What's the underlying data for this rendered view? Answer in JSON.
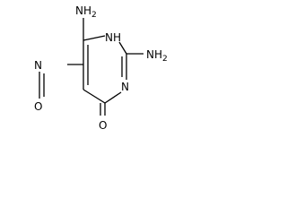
{
  "molecule": {
    "atoms": {
      "amino_top": "NH",
      "amino_top_sub": "2",
      "amino_right": "NH",
      "amino_right_sub": "2",
      "ring_nh": "NH",
      "ring_n": "N",
      "nitroso_n": "N",
      "nitroso_o": "O",
      "carbonyl_o": "O"
    },
    "colors": {
      "bond": "#000000",
      "text": "#000000",
      "background": "#ffffff"
    }
  }
}
